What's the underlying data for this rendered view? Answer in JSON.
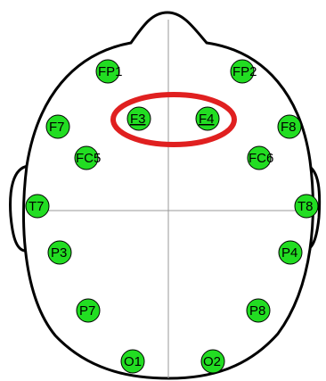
{
  "colors": {
    "electrode_fill": "#22dd22",
    "electrode_stroke": "#000000",
    "highlight_ring": "#e02020",
    "head_stroke": "#000000",
    "guide_line": "#999999"
  },
  "electrodes": [
    {
      "id": "fp1",
      "label": "FP1",
      "highlighted": false
    },
    {
      "id": "fp2",
      "label": "FP2",
      "highlighted": false
    },
    {
      "id": "f3",
      "label": "F3",
      "highlighted": true
    },
    {
      "id": "f4",
      "label": "F4",
      "highlighted": true
    },
    {
      "id": "f7",
      "label": "F7",
      "highlighted": false
    },
    {
      "id": "f8",
      "label": "F8",
      "highlighted": false
    },
    {
      "id": "fc5",
      "label": "FC5",
      "highlighted": false
    },
    {
      "id": "fc6",
      "label": "FC6",
      "highlighted": false
    },
    {
      "id": "t7",
      "label": "T7",
      "highlighted": false
    },
    {
      "id": "t8",
      "label": "T8",
      "highlighted": false
    },
    {
      "id": "p3",
      "label": "P3",
      "highlighted": false
    },
    {
      "id": "p4",
      "label": "P4",
      "highlighted": false
    },
    {
      "id": "p7",
      "label": "P7",
      "highlighted": false
    },
    {
      "id": "p8",
      "label": "P8",
      "highlighted": false
    },
    {
      "id": "o1",
      "label": "O1",
      "highlighted": false
    },
    {
      "id": "o2",
      "label": "O2",
      "highlighted": false
    }
  ]
}
